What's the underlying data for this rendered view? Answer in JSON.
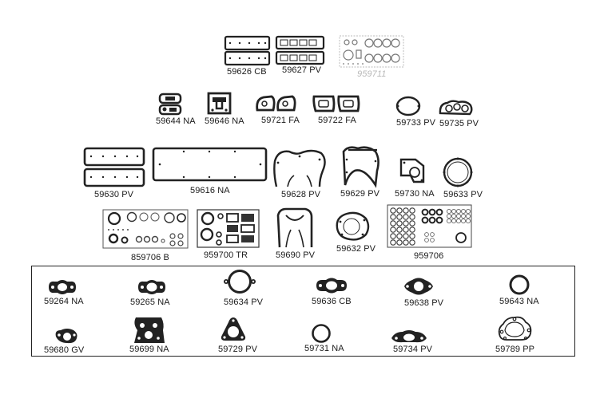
{
  "colors": {
    "ink": "#1a1a1a",
    "faded": "#b8b8b8",
    "background": "#ffffff"
  },
  "upper_group": {
    "row1": [
      "59626 CB",
      "59627 PV",
      "959711"
    ],
    "row2": [
      "59644 NA",
      "59646 NA",
      "59721 FA",
      "59722 FA",
      "59733 PV",
      "59735 PV"
    ],
    "row3": [
      "59630 PV",
      "59616 NA",
      "59628 PV",
      "59629 PV",
      "59730 NA",
      "59633 PV"
    ],
    "row4": [
      "859706 B",
      "959700 TR",
      "59690 PV",
      "59632 PV",
      "959706"
    ]
  },
  "lower_group": {
    "row1": [
      "59264 NA",
      "59265 NA",
      "59634 PV",
      "59636 CB",
      "59638 PV",
      "59643 NA"
    ],
    "row2": [
      "59680 GV",
      "59699 NA",
      "59729 PV",
      "59731 NA",
      "59734 PV",
      "59789 PP"
    ]
  }
}
